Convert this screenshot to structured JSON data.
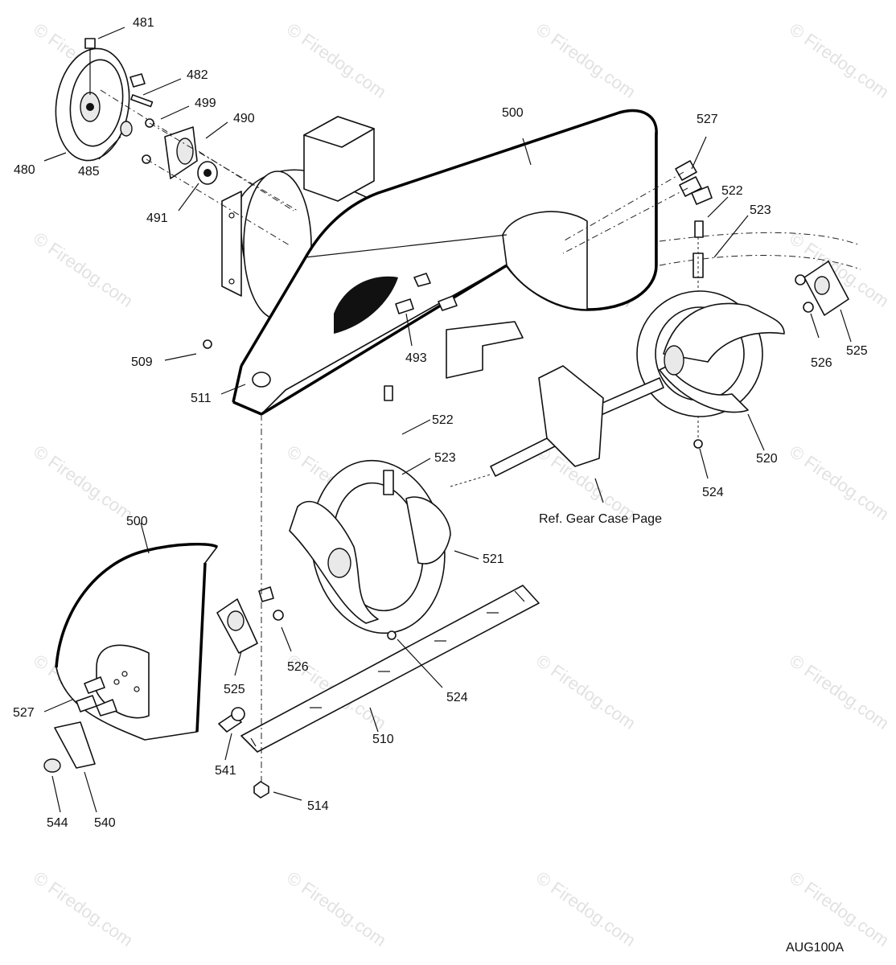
{
  "watermark": "© Firedog.com",
  "diagram_code": "AUG100A",
  "reference_note": "Ref. Gear Case Page",
  "callouts": {
    "c481": "481",
    "c482": "482",
    "c499": "499",
    "c490": "490",
    "c480": "480",
    "c485": "485",
    "c491": "491",
    "c500a": "500",
    "c527a": "527",
    "c522a": "522",
    "c523a": "523",
    "c493": "493",
    "c509": "509",
    "c511": "511",
    "c526a": "526",
    "c525a": "525",
    "c520": "520",
    "c524a": "524",
    "c522b": "522",
    "c523b": "523",
    "c500b": "500",
    "c521": "521",
    "c526b": "526",
    "c525b": "525",
    "c524b": "524",
    "c527b": "527",
    "c510": "510",
    "c541": "541",
    "c544": "544",
    "c540": "540",
    "c514": "514"
  }
}
